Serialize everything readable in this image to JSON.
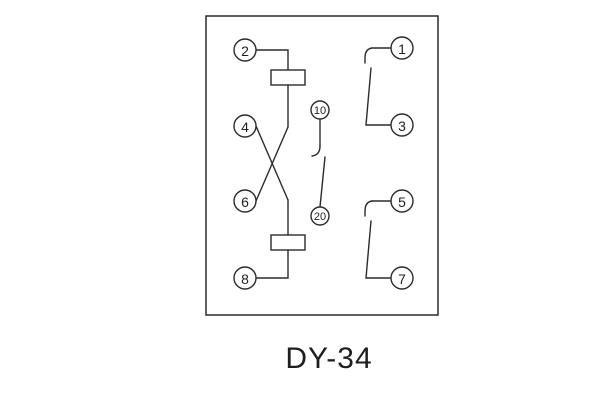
{
  "title": "DY-34",
  "diagram": {
    "kind": "relay-terminal-wiring-schematic",
    "terminals": {
      "left": [
        "2",
        "4",
        "6",
        "8"
      ],
      "right": [
        "1",
        "3",
        "5",
        "7"
      ],
      "middle": [
        "10",
        "20"
      ]
    },
    "colors": {
      "line": "#2b2b2b",
      "background": "#ffffff",
      "text": "#222222"
    }
  }
}
